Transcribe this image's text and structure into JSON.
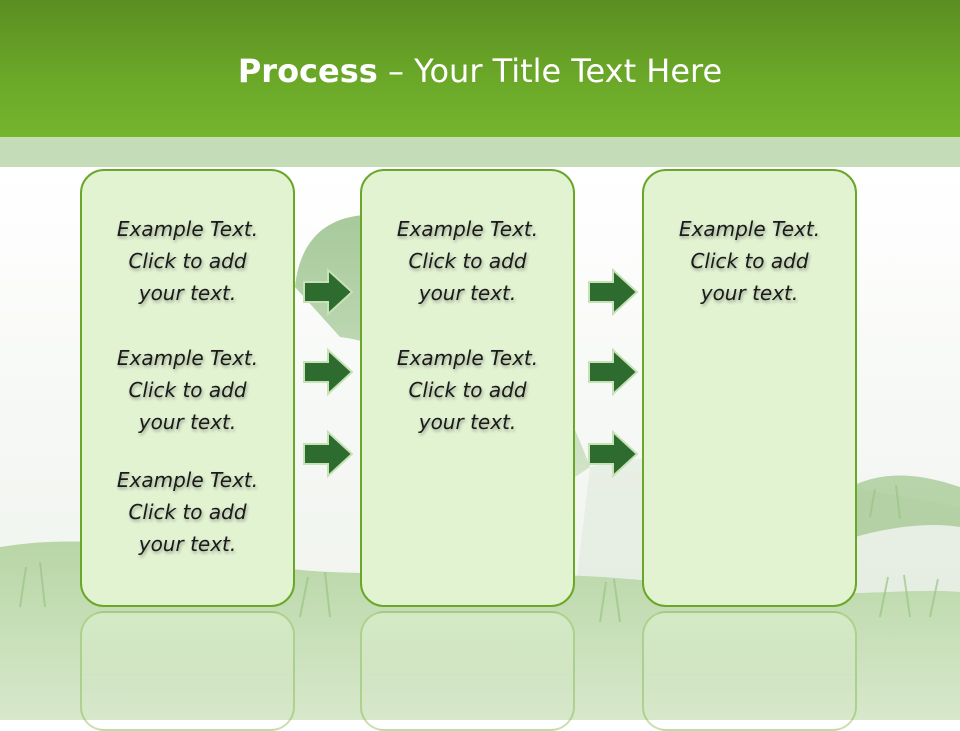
{
  "slide": {
    "title_bold": "Process",
    "title_rest": " – Your Title Text Here"
  },
  "columns": [
    {
      "items": [
        "Example Text. Click  to add your text.",
        "Example Text. Click  to add your text.",
        "Example Text. Click  to add your text."
      ]
    },
    {
      "items": [
        "Example Text. Click  to add your text.",
        "Example Text. Click  to add your text."
      ]
    },
    {
      "items": [
        "Example Text. Click  to add your text."
      ]
    }
  ],
  "lines": {
    "l1": "Example Text.",
    "l2": "Click  to add",
    "l3": "your text."
  },
  "colors": {
    "header": "#6aa728",
    "box_fill": "#e2f3d2",
    "box_border": "#6aa728",
    "arrow_fill": "#2e6b2e"
  },
  "icons": {
    "arrow": "right-arrow-icon"
  }
}
